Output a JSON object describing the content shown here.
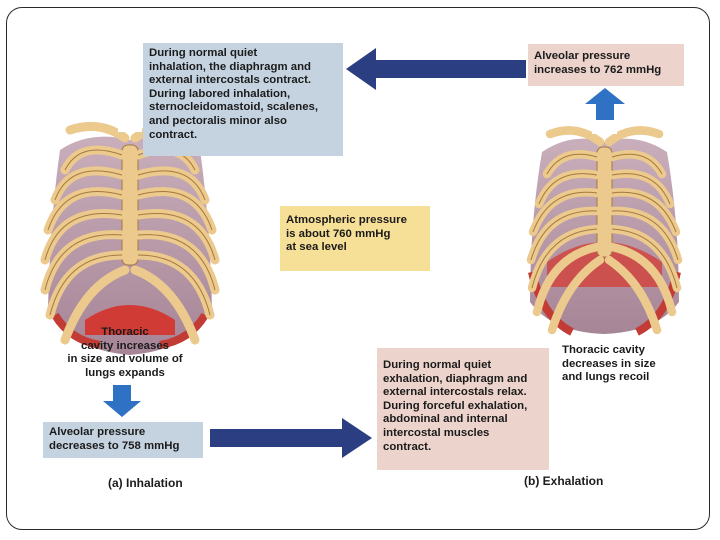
{
  "inhalation": {
    "muscles_lines": [
      "During normal quiet",
      "inhalation, the diaphragm and",
      "external intercostals contract.",
      "During labored inhalation,",
      "sternocleidomastoid, scalenes,",
      "and pectoralis minor also",
      "contract."
    ],
    "cavity_lines": [
      "Thoracic",
      "cavity increases",
      "in size and volume of",
      "lungs expands"
    ],
    "alveolar_lines": [
      "Alveolar pressure",
      "decreases to 758 mmHg"
    ],
    "caption": "(a) Inhalation"
  },
  "atmospheric_lines": [
    "Atmospheric pressure",
    "is about 760 mmHg",
    "at sea level"
  ],
  "exhalation": {
    "alveolar_lines": [
      "Alveolar pressure",
      "increases to 762 mmHg"
    ],
    "cavity_lines": [
      "Thoracic cavity",
      "decreases in size",
      "and lungs recoil"
    ],
    "muscles_lines": [
      "During normal quiet",
      "exhalation, diaphragm and",
      "external intercostals relax.",
      "During forceful exhalation,",
      "abdominal and internal",
      "intercostal muscles",
      "contract."
    ],
    "caption": "(b) Exhalation"
  },
  "colors": {
    "blue_box": "#c5d3e1",
    "pink_box": "#ecd3cb",
    "yellow_box": "#f6df97",
    "navy_arrow": "#2c3e82",
    "blue_arrow": "#2f72c4",
    "bone": "#ecc98d",
    "lung": "#b49aa8",
    "muscle": "#cc3a3a"
  }
}
